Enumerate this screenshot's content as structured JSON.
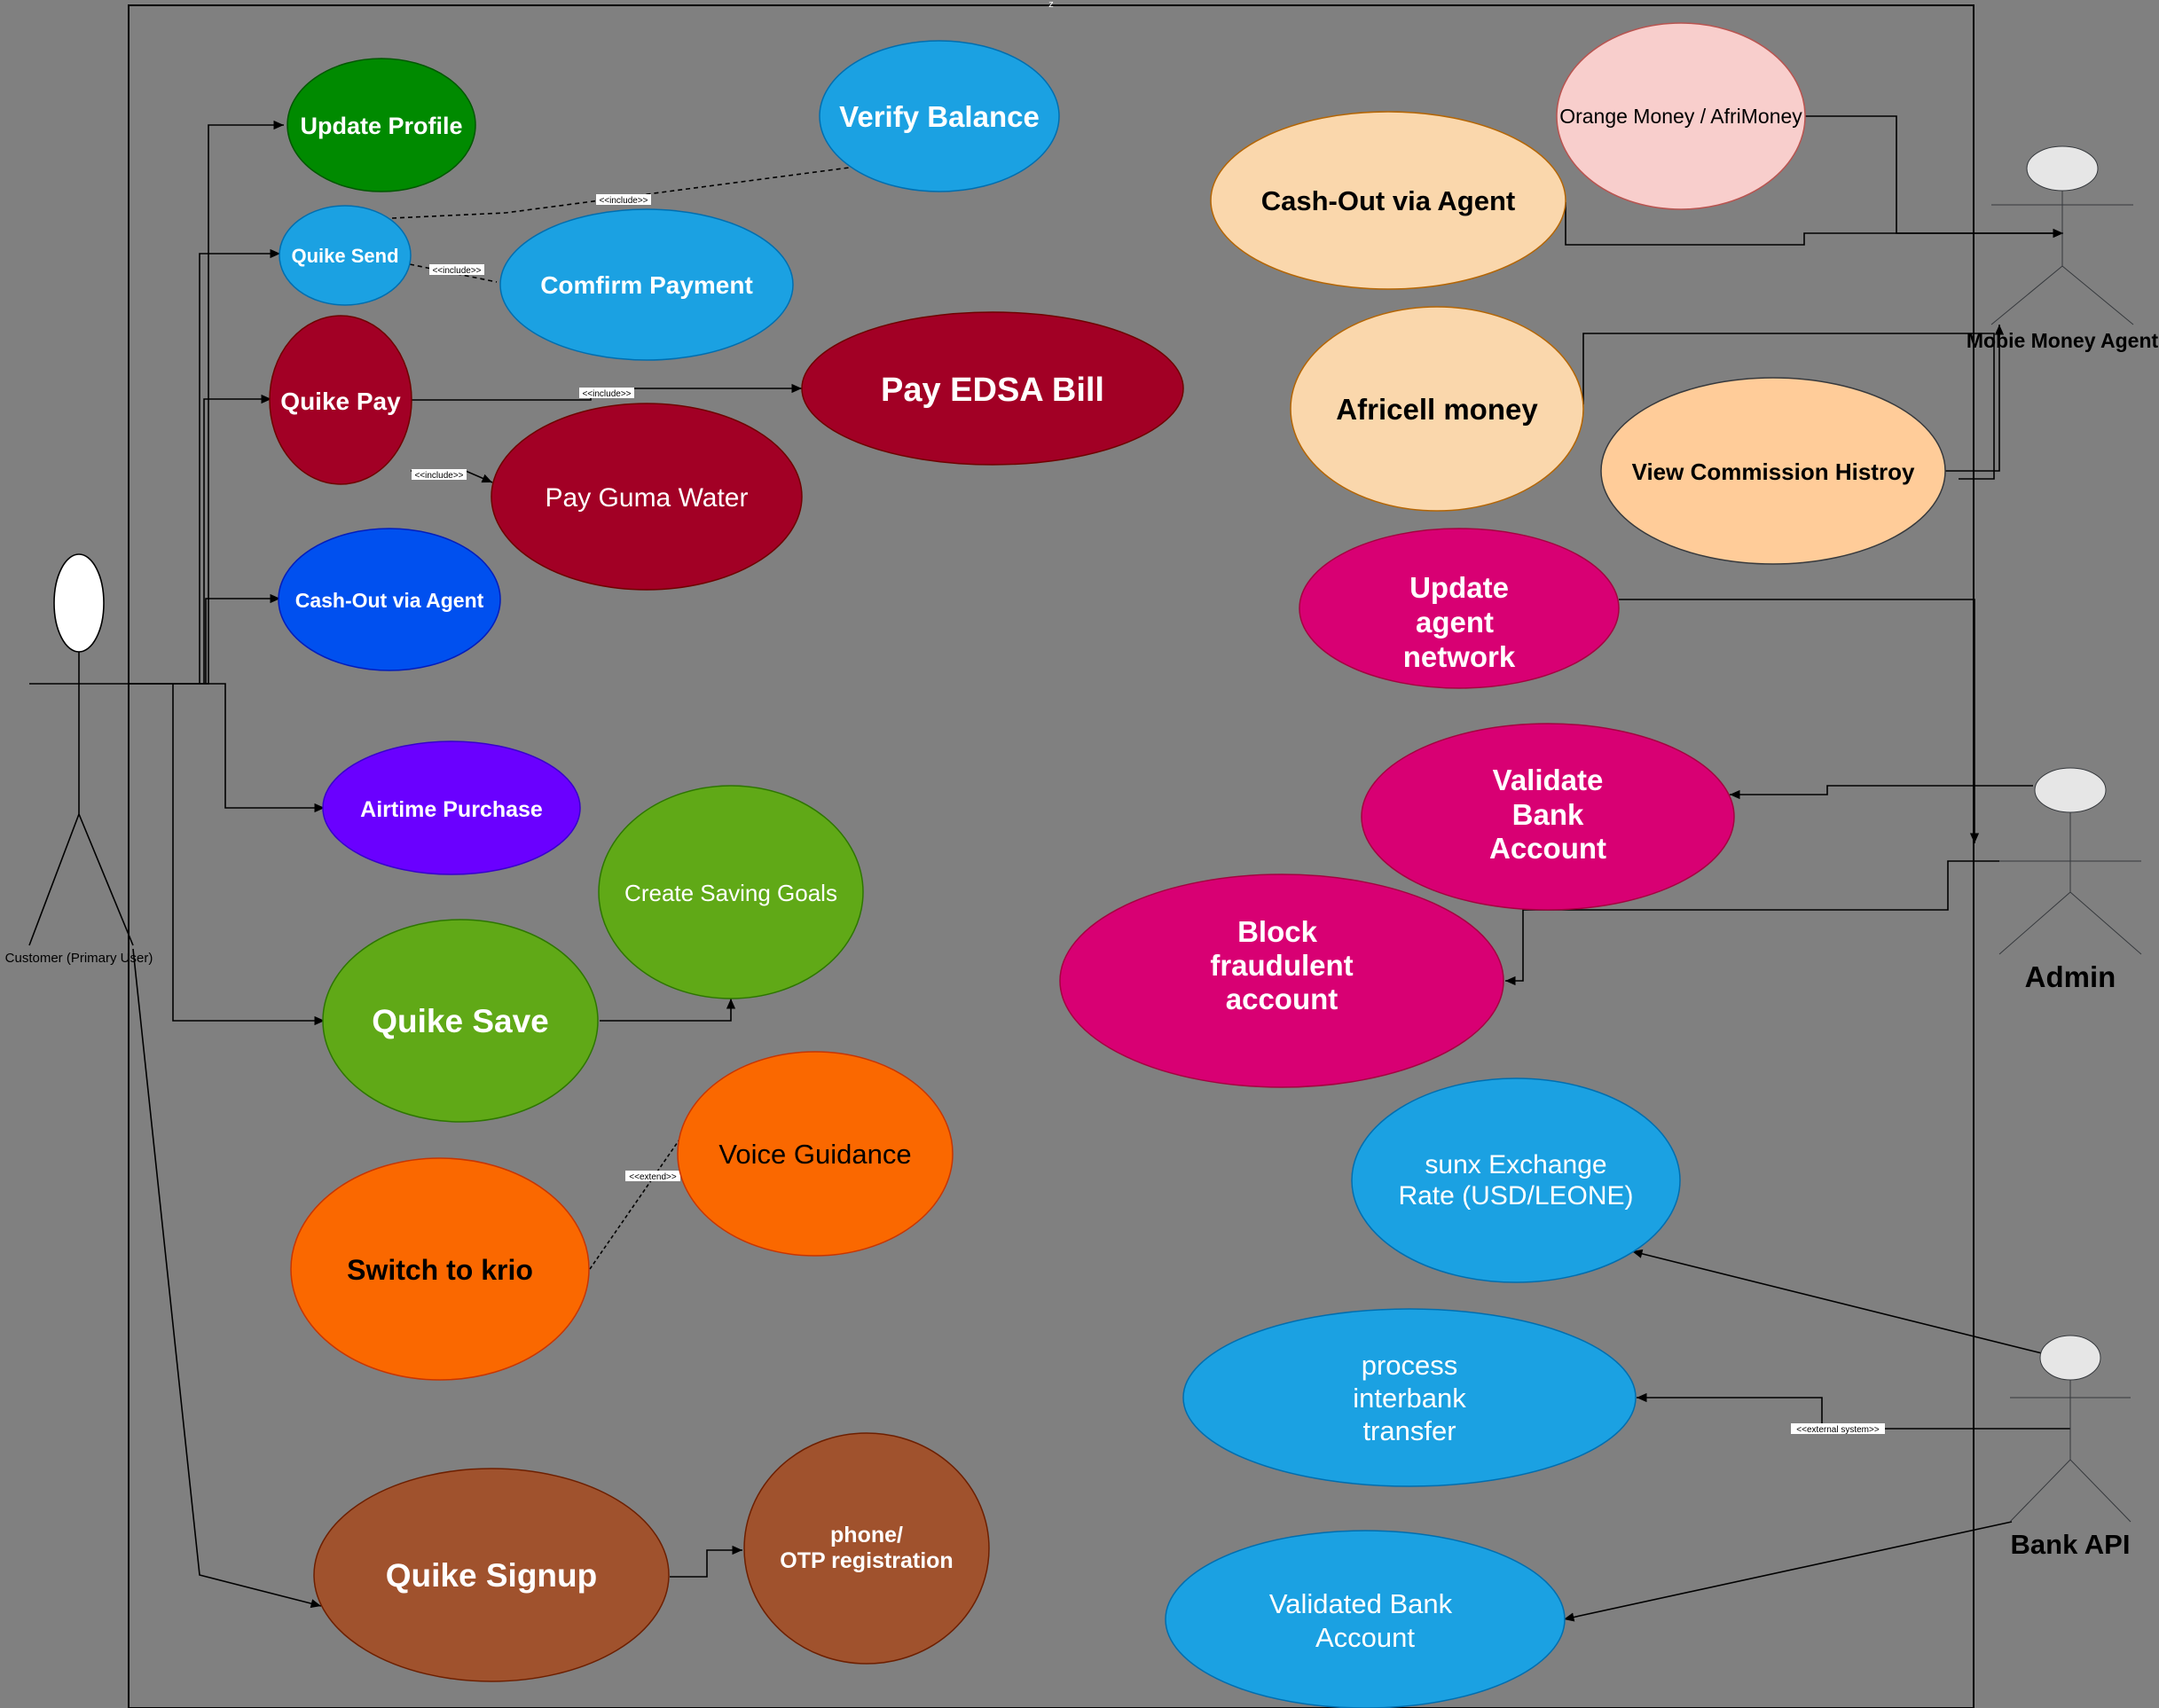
{
  "boundary_label": "z",
  "actors": {
    "customer": {
      "label": "Customer (Primary User)"
    },
    "agent": {
      "label": "Mobie Money Agent"
    },
    "admin": {
      "label": "Admin"
    },
    "bank_api": {
      "label": "Bank API"
    }
  },
  "use_cases": {
    "update_profile": {
      "label": "Update Profile",
      "fill": "#008A00"
    },
    "quike_send": {
      "label": "Quike Send",
      "fill": "#1BA1E2"
    },
    "verify_balance": {
      "label": "Verify Balance",
      "fill": "#1BA1E2"
    },
    "confirm_payment": {
      "label": "Comfirm Payment",
      "fill": "#1BA1E2"
    },
    "quike_pay": {
      "label": "Quike Pay",
      "fill": "#A20025"
    },
    "pay_edsa": {
      "label": "Pay EDSA Bill",
      "fill": "#A20025"
    },
    "pay_guma": {
      "label": "Pay Guma Water",
      "fill": "#A20025"
    },
    "cashout_customer": {
      "label": "Cash-Out via Agent",
      "fill": "#0050EF"
    },
    "airtime": {
      "label": "Airtime Purchase",
      "fill": "#6A00FF"
    },
    "saving_goals": {
      "label": "Create Saving Goals",
      "fill": "#60A917"
    },
    "quike_save": {
      "label": "Quike Save",
      "fill": "#60A917"
    },
    "voice_guidance": {
      "label": "Voice Guidance",
      "fill": "#FA6800"
    },
    "switch_krio": {
      "label": "Switch to krio",
      "fill": "#FA6800"
    },
    "quike_signup": {
      "label": "Quike Signup",
      "fill": "#A0522D"
    },
    "otp_registration": {
      "line1": "phone/",
      "line2": "OTP registration",
      "fill": "#A0522D"
    },
    "orange_money": {
      "label": "Orange Money / AfriMoney",
      "fill": "#F8CECC"
    },
    "cashout_agent": {
      "label": "Cash-Out via Agent",
      "fill": "#FAD7AC"
    },
    "africell": {
      "label": "Africell money",
      "fill": "#FAD7AC"
    },
    "commission": {
      "label": "View Commission Histroy",
      "fill": "#FFCC99"
    },
    "update_network": {
      "line1": "Update",
      "line2": "agent",
      "line3": "network",
      "fill": "#D80073"
    },
    "validate_bank": {
      "line1": "Validate",
      "line2": "Bank",
      "line3": "Account",
      "fill": "#D80073"
    },
    "block_fraud": {
      "line1": "Block",
      "line2": "fraudulent",
      "line3": "account",
      "fill": "#D80073"
    },
    "exchange_rate": {
      "line1": "sunx Exchange",
      "line2": "Rate (USD/LEONE)",
      "fill": "#1BA1E2"
    },
    "interbank": {
      "line1": "process",
      "line2": "interbank",
      "line3": "transfer",
      "fill": "#1BA1E2"
    },
    "validated_bank": {
      "line1": "Validated Bank",
      "line2": "Account",
      "fill": "#1BA1E2"
    }
  },
  "relations": {
    "include_verify": "<<include>>",
    "include_confirm": "<<include>>",
    "include_edsa": "<<include>>",
    "include_guma": "<<include>>",
    "extend_voice": "<<extend>>",
    "external_system": "<<external system>>"
  }
}
